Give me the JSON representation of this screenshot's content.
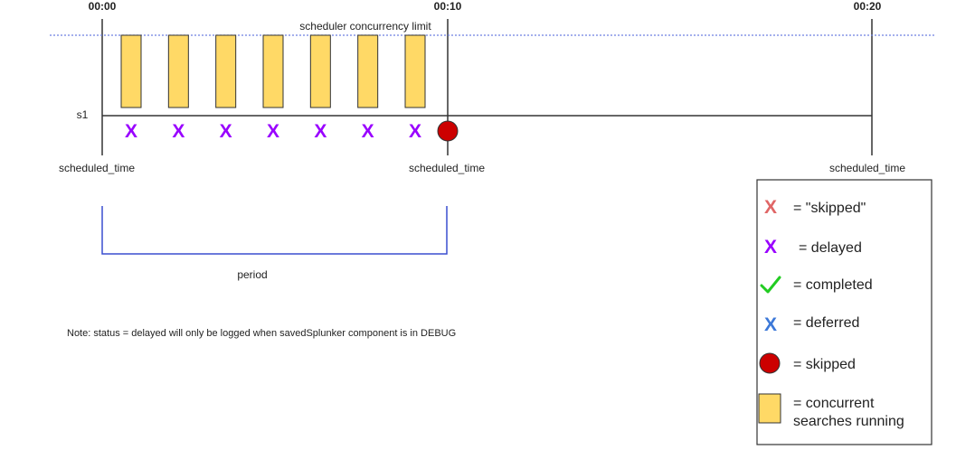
{
  "timeline": {
    "time_labels": [
      "00:00",
      "00:10",
      "00:20"
    ],
    "limit_label": "scheduler concurrency limit",
    "row_label": "s1",
    "scheduled_time_labels": [
      "scheduled_time",
      "scheduled_time",
      "scheduled_time"
    ],
    "period_label": "period",
    "note": "Note: status = delayed will only be logged when savedSplunker component is in DEBUG",
    "concurrent_searches": 7,
    "delayed_marks": 7,
    "skipped_marks": 1,
    "delayed_glyph": "X"
  },
  "legend": {
    "items": [
      {
        "icon": "x-mark-icon",
        "symbol": "X",
        "color": "#e06666",
        "text": "= \"skipped\""
      },
      {
        "icon": "x-mark-icon",
        "symbol": "X",
        "color": "#9900ff",
        "text": "= delayed"
      },
      {
        "icon": "check-mark-icon",
        "symbol": "✓",
        "color": "#22cc22",
        "text": "= completed"
      },
      {
        "icon": "x-mark-icon",
        "symbol": "X",
        "color": "#3c78d8",
        "text": "= deferred"
      },
      {
        "icon": "red-circle-icon",
        "symbol": "",
        "color": "#cc0000",
        "text": "= skipped"
      },
      {
        "icon": "yellow-box-icon",
        "symbol": "",
        "color": "#ffd966",
        "text": "= concurrent",
        "text2": "searches running"
      }
    ]
  },
  "colors": {
    "concurrency_line": "#6d7fe0",
    "bar_fill": "#ffd966",
    "bar_stroke": "#333333",
    "delayed": "#9900ff",
    "skipped_circle": "#cc0000",
    "period_bracket": "#3a4fcf",
    "timeline": "#333333"
  }
}
